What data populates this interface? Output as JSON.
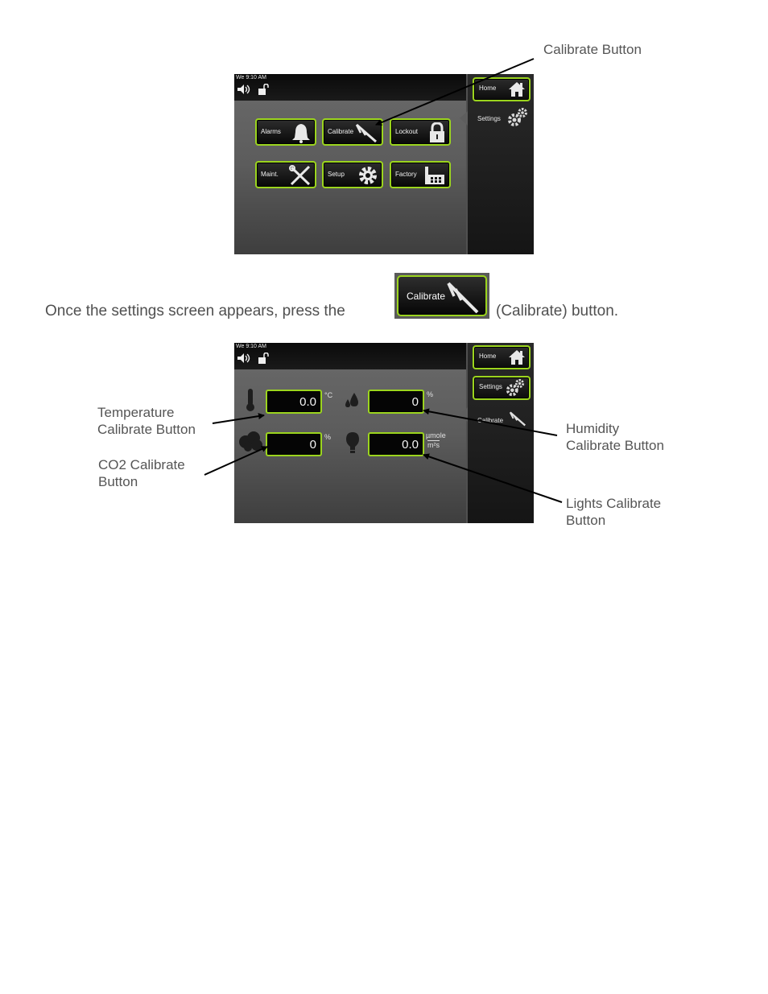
{
  "callouts": {
    "calibrate_button": "Calibrate Button",
    "temperature": [
      "Temperature",
      "Calibrate Button"
    ],
    "co2": [
      "CO2 Calibrate",
      "Button"
    ],
    "humidity": [
      "Humidity",
      "Calibrate Button"
    ],
    "lights": [
      "Lights Calibrate",
      "Button"
    ]
  },
  "screen1": {
    "clock": "We 9:10 AM",
    "rail_home": "Home",
    "rail_settings": "Settings",
    "tiles": [
      "Alarms",
      "Calibrate",
      "Lockout",
      "Maint.",
      "Setup",
      "Factory"
    ]
  },
  "instruction": {
    "before": "Once the settings screen appears, press the",
    "button_label": "Calibrate",
    "after": "(Calibrate) button."
  },
  "screen2": {
    "clock": "We 9:10 AM",
    "rail_home": "Home",
    "rail_settings": "Settings",
    "rail_calibrate": "Calibrate",
    "temperature": {
      "value": "0.0",
      "unit": "°C"
    },
    "humidity": {
      "value": "0",
      "unit": "%"
    },
    "co2": {
      "value": "0",
      "unit": "%"
    },
    "lights": {
      "value": "0.0",
      "unit_top": "µmole",
      "unit_bottom": "m²s"
    }
  },
  "colors": {
    "accent": "#9bd41e",
    "screen": "#5e5e5e",
    "button": "#0c0c0c"
  }
}
